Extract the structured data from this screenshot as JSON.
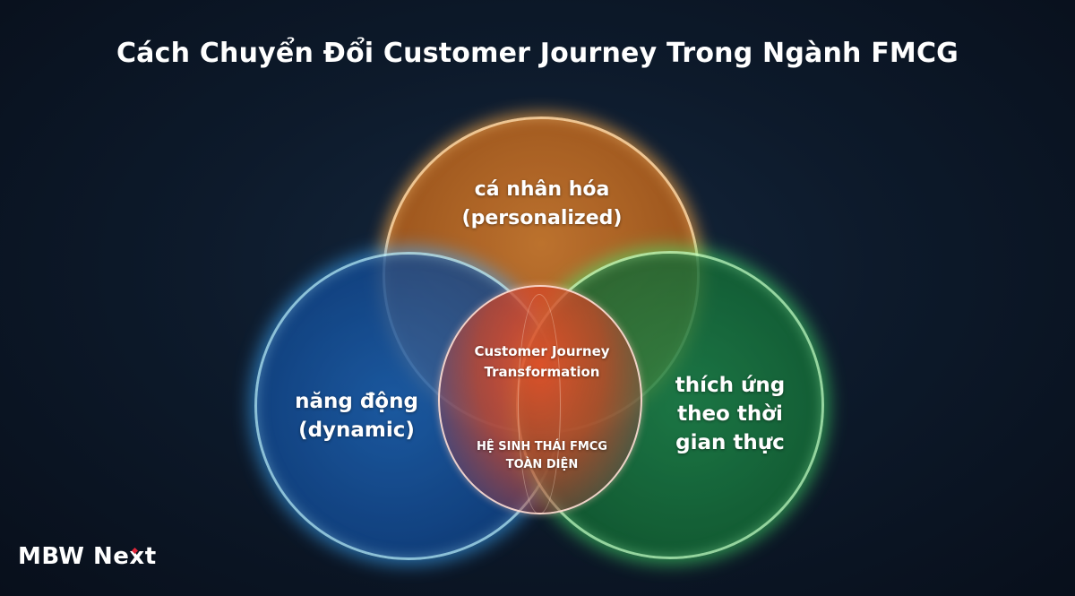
{
  "title": "Cách Chuyển Đổi Customer Journey Trong Ngành FMCG",
  "diagram": {
    "type": "venn",
    "circles": [
      {
        "id": "top",
        "color": "#b8652a",
        "glow": "#ffb060",
        "line1": "cá nhân hóa",
        "line2": "(personalized)"
      },
      {
        "id": "left",
        "color": "#1a5cab",
        "glow": "#4cb6ff",
        "line1": "năng động",
        "line2": "(dynamic)"
      },
      {
        "id": "right",
        "color": "#1a7d42",
        "glow": "#55e87a",
        "line1": "thích ứng",
        "line2": "theo thời",
        "line3": "gian thực"
      }
    ],
    "center": {
      "title_line1": "Customer Journey",
      "title_line2": "Transformation",
      "sub_line1": "HỆ SINH THÁI FMCG",
      "sub_line2": "TOÀN DIỆN"
    }
  },
  "logo": {
    "brand": "MBW",
    "suffix_n": "Ne",
    "suffix_x": "x",
    "suffix_t": "t",
    "accent": "#e0263a"
  }
}
